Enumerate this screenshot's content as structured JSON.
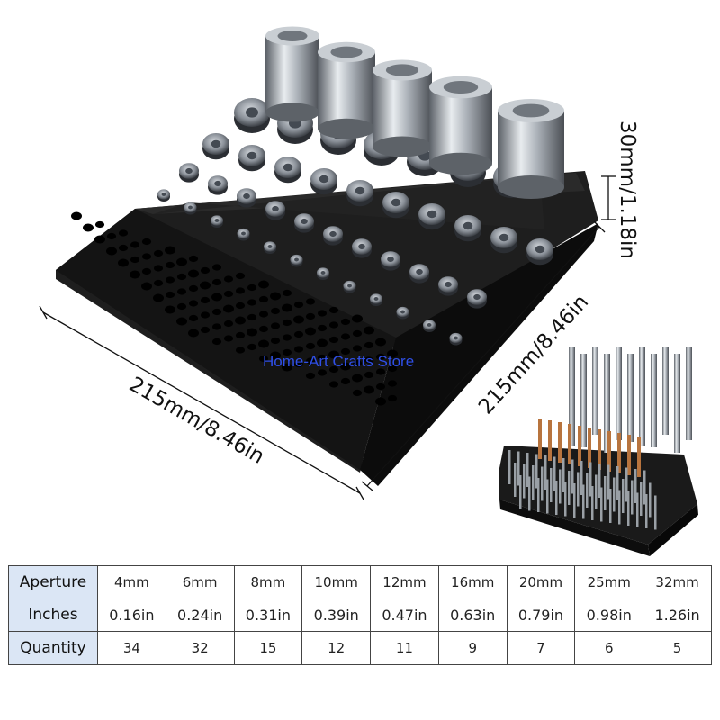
{
  "dimensions": {
    "width": "215mm/8.46in",
    "depth": "215mm/8.46in",
    "height": "30mm/1.18in"
  },
  "watermark": "Home-Art Crafts Store",
  "spec_table": {
    "row_headers": [
      "Aperture",
      "Inches",
      "Quantity"
    ],
    "aperture": [
      "4mm",
      "6mm",
      "8mm",
      "10mm",
      "12mm",
      "16mm",
      "20mm",
      "25mm",
      "32mm"
    ],
    "inches": [
      "0.16in",
      "0.24in",
      "0.31in",
      "0.39in",
      "0.47in",
      "0.63in",
      "0.79in",
      "0.98in",
      "1.26in"
    ],
    "quantity": [
      "34",
      "32",
      "15",
      "12",
      "11",
      "9",
      "7",
      "6",
      "5"
    ]
  },
  "colors": {
    "tray": "#151515",
    "table_header_bg": "#dbe6f5",
    "watermark": "#2f4fe6"
  }
}
